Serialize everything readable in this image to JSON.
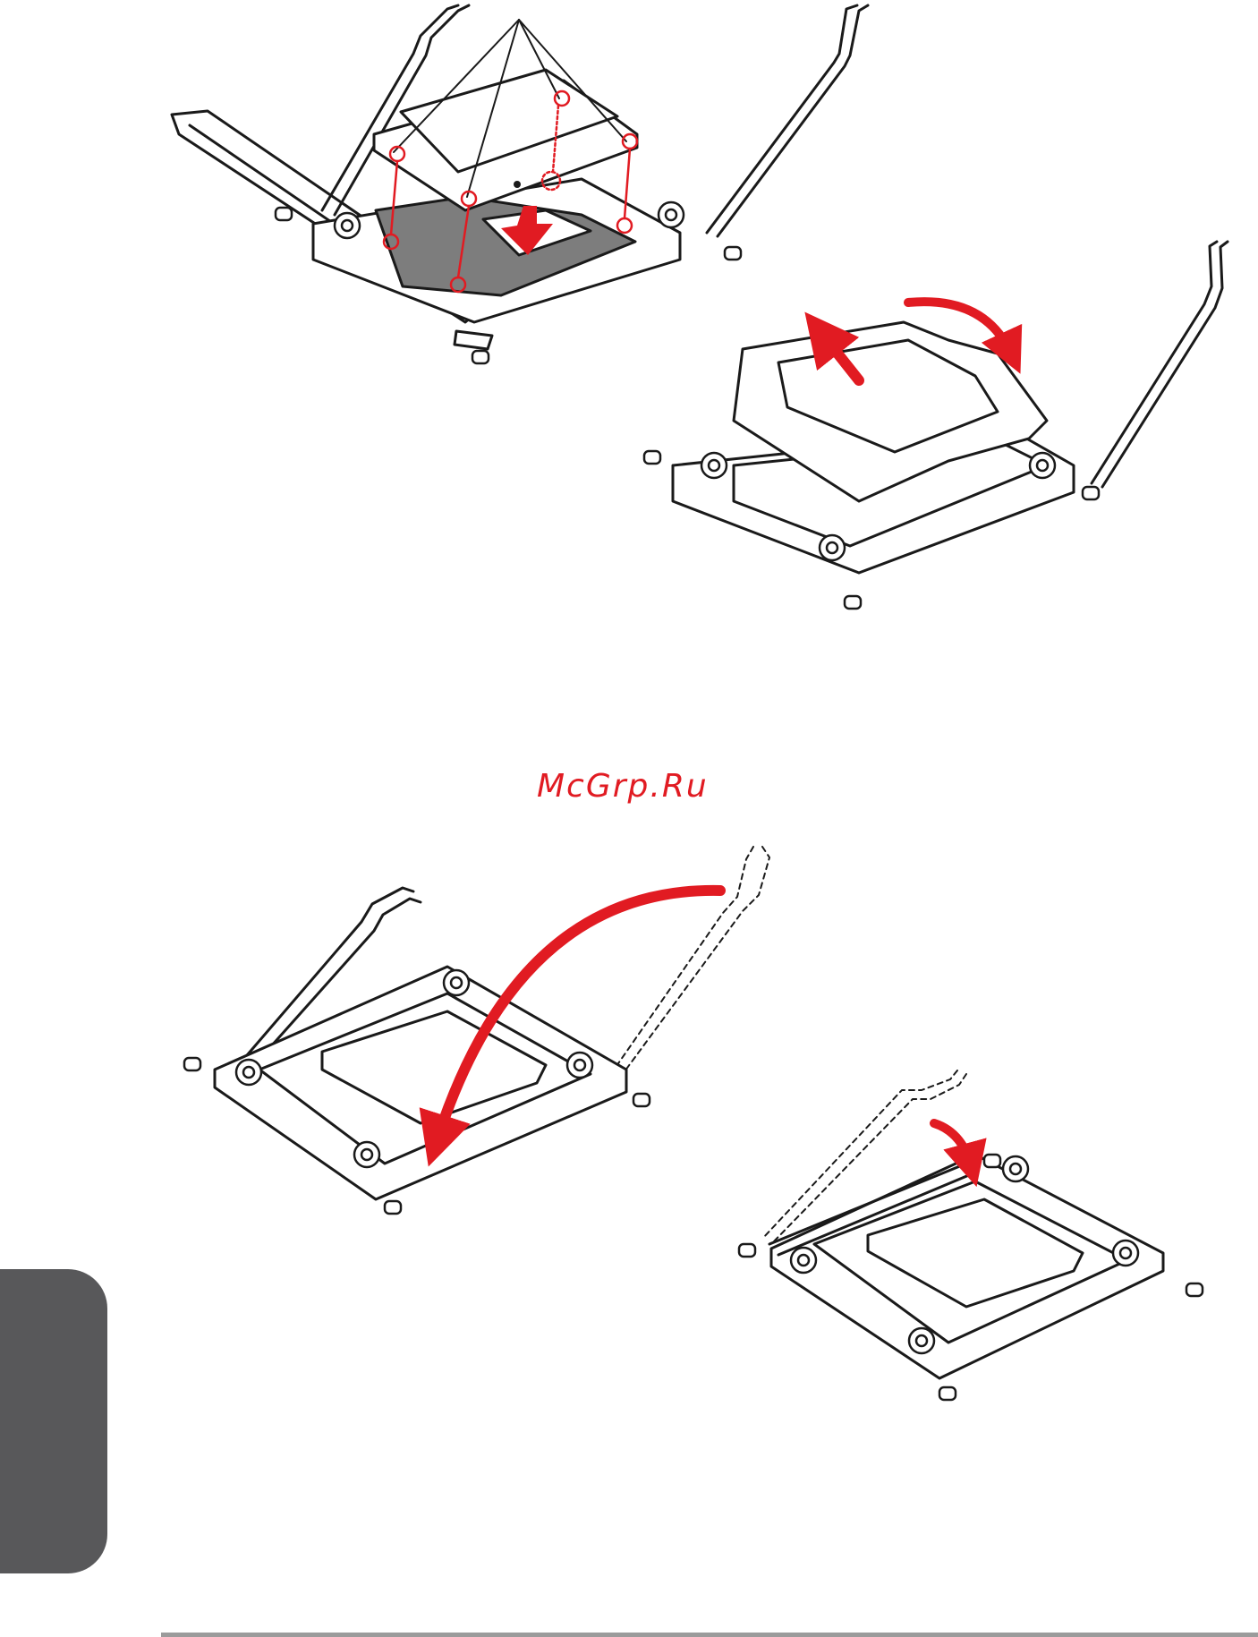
{
  "watermark": {
    "text": "McGrp.Ru"
  },
  "colors": {
    "accent_red": "#e11b22",
    "line": "#1a1a1a",
    "side_tab": "#58585a",
    "rule": "#9b9b9b",
    "pad_gray": "#7d7d7d"
  },
  "figures": [
    {
      "id": "cpu-alignment",
      "description_icon": "cpu-socket-open-icon"
    },
    {
      "id": "remove-cover",
      "description_icon": "socket-cover-icon"
    },
    {
      "id": "close-load-plate",
      "description_icon": "load-plate-icon"
    },
    {
      "id": "engage-lever",
      "description_icon": "lever-lock-icon"
    }
  ]
}
